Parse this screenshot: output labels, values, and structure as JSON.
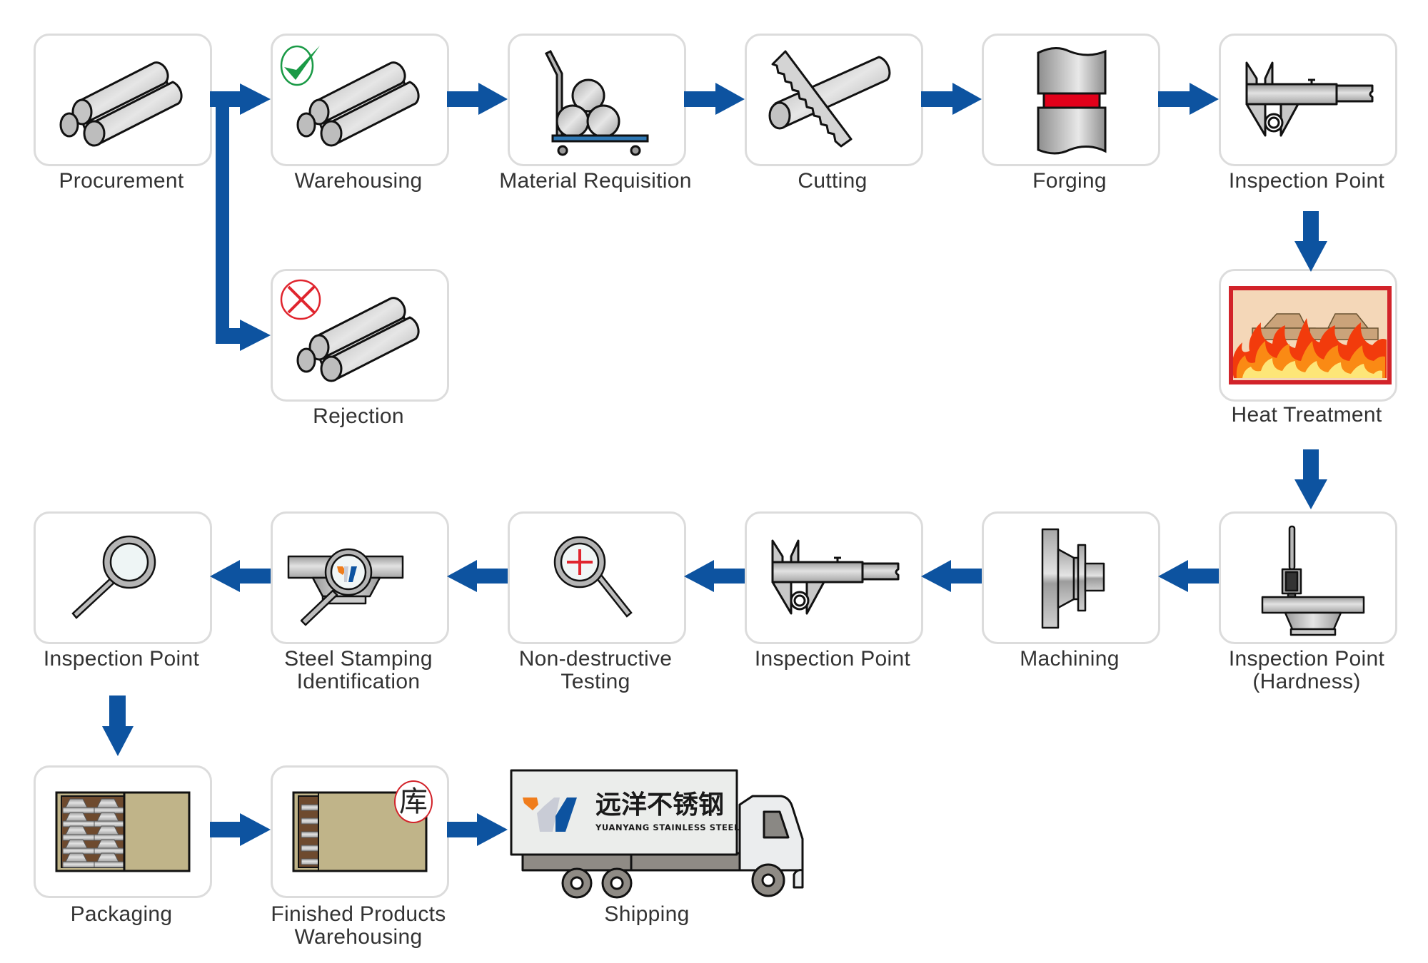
{
  "diagram": {
    "title": "",
    "arrow_color": "#0d53a0",
    "steps": [
      {
        "id": "procurement",
        "label": "Procurement",
        "icon": "steel-bars-icon"
      },
      {
        "id": "warehousing",
        "label": "Warehousing",
        "icon": "steel-bars-icon",
        "badge": "check-icon",
        "badge_color": "#1a9a46"
      },
      {
        "id": "material-requisition",
        "label": "Material Requisition",
        "icon": "hand-truck-icon"
      },
      {
        "id": "cutting",
        "label": "Cutting",
        "icon": "saw-cutting-icon"
      },
      {
        "id": "forging",
        "label": "Forging",
        "icon": "forging-icon"
      },
      {
        "id": "inspection-point-1",
        "label": "Inspection Point",
        "icon": "caliper-icon"
      },
      {
        "id": "rejection",
        "label": "Rejection",
        "icon": "steel-bars-icon",
        "badge": "cross-icon",
        "badge_color": "#e0252e"
      },
      {
        "id": "heat-treatment",
        "label": "Heat Treatment",
        "icon": "furnace-icon"
      },
      {
        "id": "inspection-point-hardness",
        "label_line1": "Inspection Point",
        "label_line2": "(Hardness)",
        "icon": "hardness-tester-icon"
      },
      {
        "id": "machining",
        "label": "Machining",
        "icon": "flange-icon"
      },
      {
        "id": "inspection-point-2",
        "label": "Inspection Point",
        "icon": "caliper-icon"
      },
      {
        "id": "non-destructive-testing",
        "label_line1": "Non-destructive",
        "label_line2": "Testing",
        "icon": "magnifier-plus-icon"
      },
      {
        "id": "steel-stamping",
        "label_line1": "Steel Stamping",
        "label_line2": "Identification",
        "icon": "stamp-magnifier-icon"
      },
      {
        "id": "inspection-point-3",
        "label": "Inspection Point",
        "icon": "magnifier-icon"
      },
      {
        "id": "packaging",
        "label": "Packaging",
        "icon": "packing-box-icon"
      },
      {
        "id": "finished-products-warehousing",
        "label_line1": "Finished Products",
        "label_line2": "Warehousing",
        "icon": "warehouse-box-icon",
        "badge_text": "库"
      },
      {
        "id": "shipping",
        "label": "Shipping",
        "icon": "truck-icon"
      }
    ],
    "truck": {
      "brand_cn": "远洋不锈钢",
      "brand_en": "YUANYANG STAINLESS STEEL",
      "logo_colors": [
        "#f07d1c",
        "#c9ccd6",
        "#0d53a0"
      ]
    },
    "flows": [
      {
        "from": "procurement",
        "to": "warehousing"
      },
      {
        "from": "procurement",
        "to": "rejection"
      },
      {
        "from": "warehousing",
        "to": "material-requisition"
      },
      {
        "from": "material-requisition",
        "to": "cutting"
      },
      {
        "from": "cutting",
        "to": "forging"
      },
      {
        "from": "forging",
        "to": "inspection-point-1"
      },
      {
        "from": "inspection-point-1",
        "to": "heat-treatment"
      },
      {
        "from": "heat-treatment",
        "to": "inspection-point-hardness"
      },
      {
        "from": "inspection-point-hardness",
        "to": "machining"
      },
      {
        "from": "machining",
        "to": "inspection-point-2"
      },
      {
        "from": "inspection-point-2",
        "to": "non-destructive-testing"
      },
      {
        "from": "non-destructive-testing",
        "to": "steel-stamping"
      },
      {
        "from": "steel-stamping",
        "to": "inspection-point-3"
      },
      {
        "from": "inspection-point-3",
        "to": "packaging"
      },
      {
        "from": "packaging",
        "to": "finished-products-warehousing"
      },
      {
        "from": "finished-products-warehousing",
        "to": "shipping"
      }
    ]
  }
}
